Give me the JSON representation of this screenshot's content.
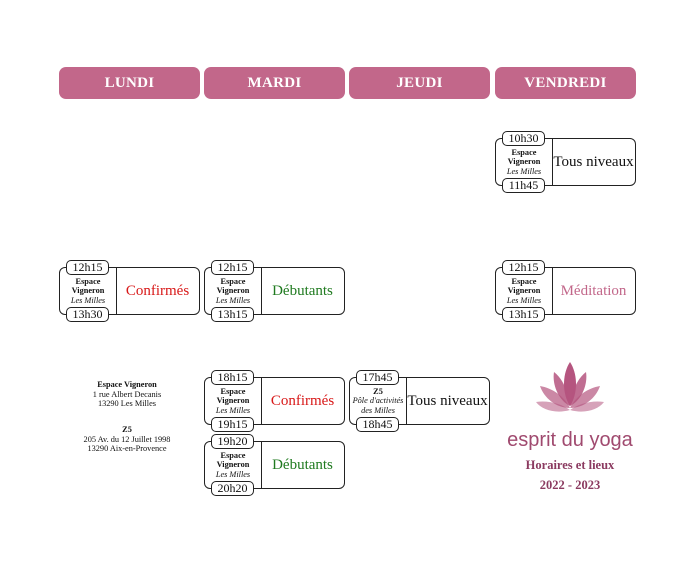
{
  "days": [
    "LUNDI",
    "MARDI",
    "JEUDI",
    "VENDREDI"
  ],
  "slots": {
    "vendredi_1030": {
      "start": "10h30",
      "end": "11h45",
      "place": "Espace Vigneron",
      "city": "Les Milles",
      "class": "Tous niveaux"
    },
    "lundi_1215": {
      "start": "12h15",
      "end": "13h30",
      "place": "Espace Vigneron",
      "city": "Les Milles",
      "class": "Confirmés"
    },
    "mardi_1215": {
      "start": "12h15",
      "end": "13h15",
      "place": "Espace Vigneron",
      "city": "Les Milles",
      "class": "Débutants"
    },
    "vendredi_1215": {
      "start": "12h15",
      "end": "13h15",
      "place": "Espace Vigneron",
      "city": "Les Milles",
      "class": "Méditation"
    },
    "mardi_1815": {
      "start": "18h15",
      "end": "19h15",
      "place": "Espace Vigneron",
      "city": "Les Milles",
      "class": "Confirmés"
    },
    "mardi_1920": {
      "start": "19h20",
      "end": "20h20",
      "place": "Espace Vigneron",
      "city": "Les Milles",
      "class": "Débutants"
    },
    "jeudi_1745": {
      "start": "17h45",
      "end": "18h45",
      "place": "Z5",
      "city": "Pôle d'activités des Milles",
      "class": "Tous niveaux"
    }
  },
  "addresses": [
    {
      "name": "Espace Vigneron",
      "line1": "1 rue Albert Decanis",
      "line2": "13290 Les Milles"
    },
    {
      "name": "Z5",
      "line1": "205 Av. du 12 Juillet 1998",
      "line2": "13290 Aix-en-Provence"
    }
  ],
  "brand": {
    "name": "esprit du yoga",
    "subtitle": "Horaires et lieux",
    "season": "2022 - 2023"
  },
  "colors": {
    "accent": "#c2678a",
    "confirmes": "#d81818",
    "debutants": "#1f7a1f",
    "meditation": "#c2678a"
  }
}
